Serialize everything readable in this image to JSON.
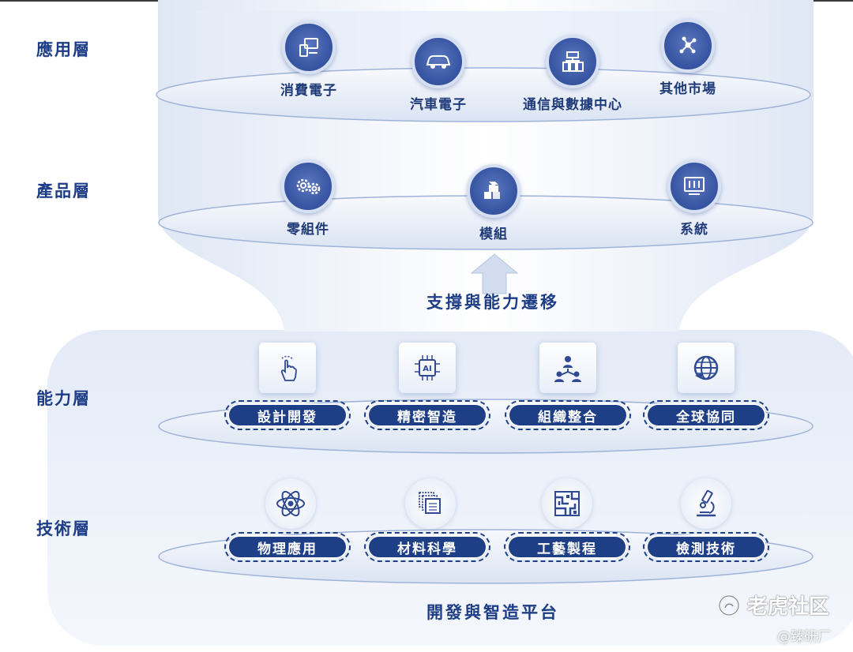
{
  "layers": {
    "application": {
      "label": "應用層",
      "items": [
        "消費電子",
        "汽車電子",
        "通信與數據中心",
        "其他市場"
      ]
    },
    "product": {
      "label": "產品層",
      "items": [
        "零組件",
        "模組",
        "系統"
      ]
    },
    "capability": {
      "label": "能力層",
      "items": [
        "設計開發",
        "精密智造",
        "組織整合",
        "全球協同"
      ]
    },
    "technology": {
      "label": "技術層",
      "items": [
        "物理應用",
        "材料科學",
        "工藝製程",
        "檢測技術"
      ]
    }
  },
  "arrow_text": "支撐與能力遷移",
  "platform_text": "開發與智造平台",
  "icons": {
    "application": [
      "devices-icon",
      "car-icon",
      "server-icon",
      "network-icon"
    ],
    "product": [
      "gears-icon",
      "cubes-icon",
      "monitor-icon"
    ],
    "capability": [
      "touch-icon",
      "ai-chip-icon",
      "org-icon",
      "globe-icon"
    ],
    "technology": [
      "atom-icon",
      "layers-icon",
      "circuit-icon",
      "microscope-icon"
    ]
  },
  "watermark": {
    "brand": "老虎社区",
    "handle": "@臻研厂"
  },
  "colors": {
    "primary": "#1e3f86",
    "icon_fill": "#3a57a5"
  }
}
